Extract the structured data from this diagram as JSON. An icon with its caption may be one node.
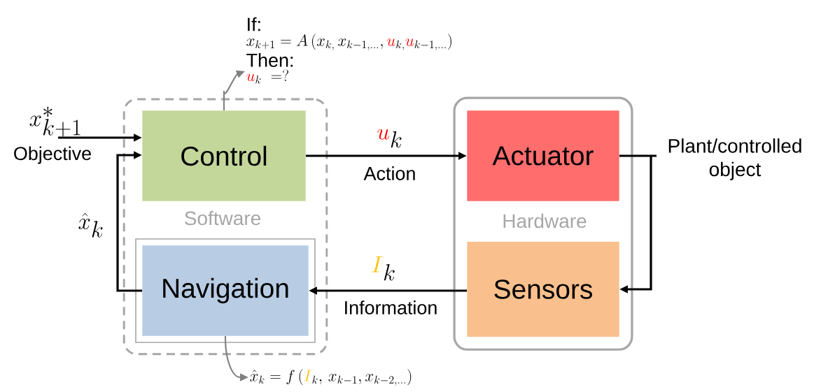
{
  "diagram": {
    "nodes": [
      {
        "text": [
          "Software"
        ]
      },
      {
        "text": [
          "Control"
        ],
        "in": 0
      },
      {
        "text": [],
        "shape": "box",
        "in": 0
      },
      {
        "text": [
          "Navigation"
        ],
        "in": 2
      },
      {
        "text": [
          "Hardware"
        ]
      },
      {
        "text": [
          "Actuator"
        ],
        "in": 4
      },
      {
        "text": [
          "Sensors"
        ],
        "in": 4
      },
      {
        "text": [
          "If:",
          "x_{k+1}=A\\,(x_{k,}\\,x_{k-1,\\ldots},{\\color{ured}u}_{k,}{\\color{ured}u}_{k-1,\\ldots})",
          "Then:",
          "{\\color{ured}u}_{k}\\ =?"
        ]
      },
      {
        "text": [
          "\\hat{x}_{k}=f\\,({\\color{iorange}I}_{k},\\,x_{k-1},x_{k-2,\\ldots})"
        ]
      },
      {
        "text": [
          "x^{*}_{k+1}"
        ]
      }
    ],
    "edges": [
      {
        "from": 9,
        "to": 1,
        "arrow": "to",
        "label": "Objective"
      },
      {
        "from": 1,
        "to": 5,
        "arrow": "to",
        "label": "Action"
      },
      {
        "from": 5,
        "to": 6,
        "arrow": "to"
      },
      {
        "from": 6,
        "to": 3,
        "arrow": "to",
        "label": "Information"
      },
      {
        "from": 3,
        "to": 1,
        "arrow": "to",
        "label": "\\hat{x}_{k}"
      },
      {
        "from": 1,
        "to": 7,
        "arrow": "to",
        "color": "#808080"
      },
      {
        "from": 3,
        "to": 8,
        "arrow": "to",
        "color": "#808080"
      }
    ],
    "labels": [
      "{\\color{ured}u}_{k}",
      "Plant/controlled object",
      "{\\color{iorange}I}_{k}"
    ]
  }
}
